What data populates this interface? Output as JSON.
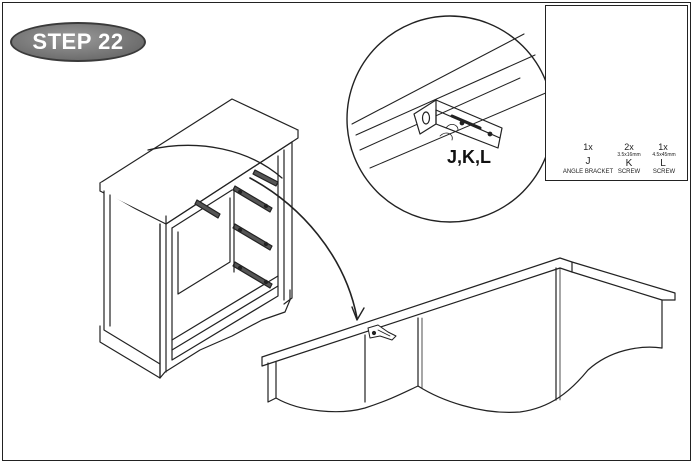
{
  "step": {
    "label": "STEP 22"
  },
  "callout": {
    "label": "J,K,L"
  },
  "parts": [
    {
      "qty": "1x",
      "letter": "J",
      "name": "ANGLE BRACKET",
      "size": ""
    },
    {
      "qty": "2x",
      "letter": "K",
      "name": "SCREW",
      "size": "3.5x16mm"
    },
    {
      "qty": "1x",
      "letter": "L",
      "name": "SCREW",
      "size": "4.5x45mm"
    }
  ],
  "colors": {
    "badge": "#6e6e6e",
    "line": "#222222"
  }
}
